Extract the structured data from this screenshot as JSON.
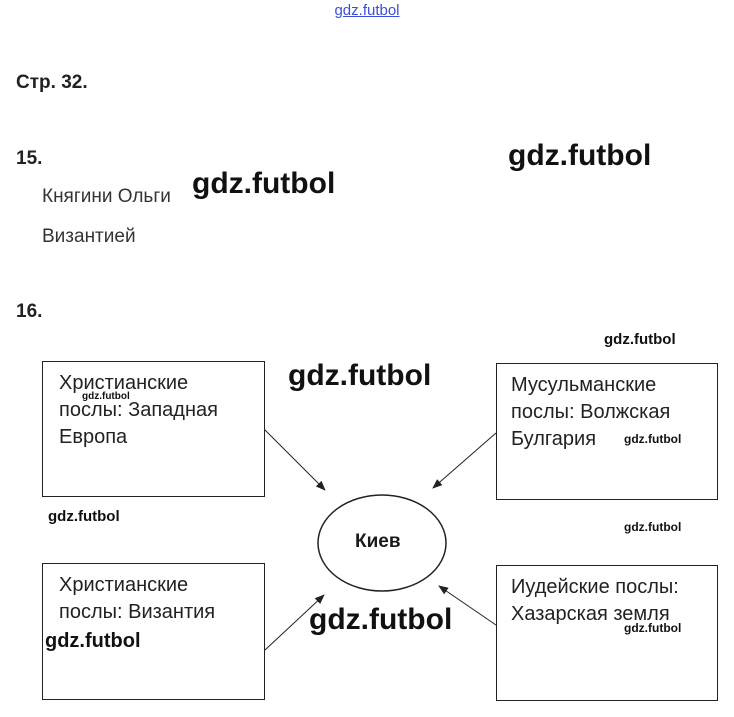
{
  "watermark_top": "gdz.futbol",
  "page_label": "Стр. 32.",
  "task15": {
    "number": "15.",
    "answers": [
      "Княгини Ольги",
      "Византией"
    ]
  },
  "task16": {
    "number": "16.",
    "center": "Киев",
    "boxes": [
      {
        "lines": [
          "Христианские",
          "послы: Западная",
          "Европа"
        ]
      },
      {
        "lines": [
          "Мусульманские",
          "послы: Волжская",
          "Булгария"
        ]
      },
      {
        "lines": [
          "Христианские",
          "послы: Византия"
        ]
      },
      {
        "lines": [
          "Иудейские послы:",
          "Хазарская земля"
        ]
      }
    ]
  },
  "watermarks": [
    "gdz.futbol",
    "gdz.futbol",
    "gdz.futbol",
    "gdz.futbol",
    "gdz.futbol",
    "gdz.futbol",
    "gdz.futbol",
    "gdz.futbol",
    "gdz.futbol",
    "gdz.futbol",
    "gdz.futbol"
  ]
}
